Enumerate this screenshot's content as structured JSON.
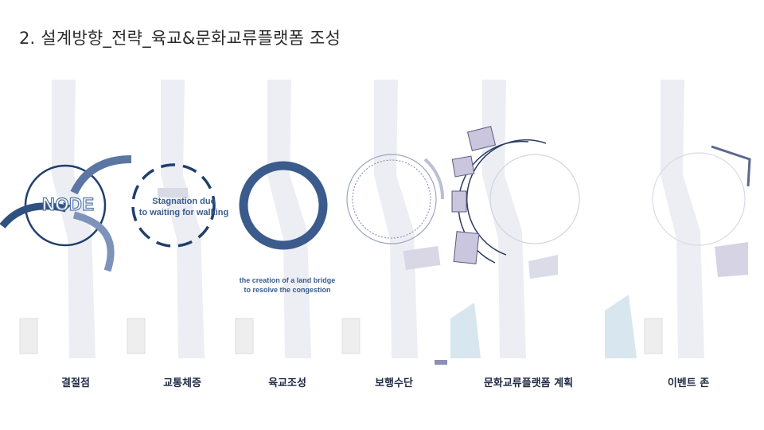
{
  "slide": {
    "title": "2. 설계방향_전략_육교&문화교류플랫폼 조성"
  },
  "panels": [
    {
      "caption": "결절점",
      "label": "NODE"
    },
    {
      "caption": "교통체증",
      "note": "Stagnation due\nto waiting for walking"
    },
    {
      "caption": "육교조성",
      "note": "the creation of a land bridge\nto resolve the congestion"
    },
    {
      "caption": "보행수단"
    },
    {
      "caption": "문화교류플랫폼 계획"
    },
    {
      "caption": "이벤트 존"
    }
  ],
  "colors": {
    "navy": "#1f3f6e",
    "steel": "#3e6194",
    "lavender": "#c9c6dd",
    "road": "#e9e9ef"
  }
}
